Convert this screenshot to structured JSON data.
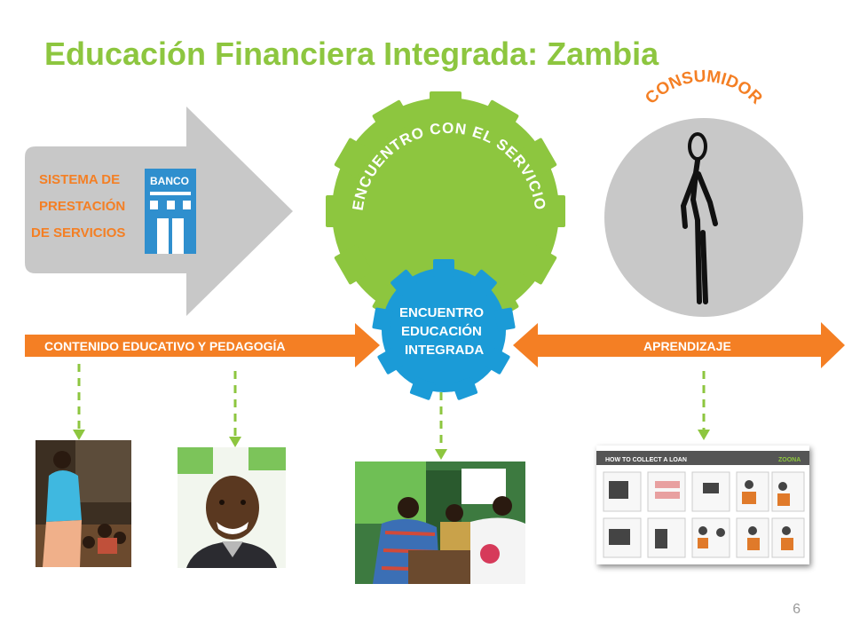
{
  "slide": {
    "title": "Educación Financiera Integrada: Zambia",
    "page_number": "6"
  },
  "delivery_system": {
    "lines": [
      "SISTEMA DE",
      "PRESTACIÓN",
      "DE SERVICIOS"
    ],
    "bank_label": "BANCO"
  },
  "gears": {
    "service_encounter": "ENCUENTRO CON EL SERVICIO",
    "integrated_lines": [
      "ENCUENTRO",
      "EDUCACIÓN",
      "INTEGRADA"
    ]
  },
  "consumer": {
    "label": "CONSUMIDOR"
  },
  "arrows": {
    "left_label": "CONTENIDO EDUCATIVO Y PEDAGOGÍA",
    "right_label": "APRENDIZAJE"
  },
  "comic": {
    "header": "HOW TO COLLECT A LOAN",
    "brand": "ZOONA"
  },
  "colors": {
    "green": "#8dc63f",
    "orange": "#f47f24",
    "blue": "#1b9bd7",
    "gray": "#c8c8c8",
    "bank_blue": "#2f8fce"
  }
}
